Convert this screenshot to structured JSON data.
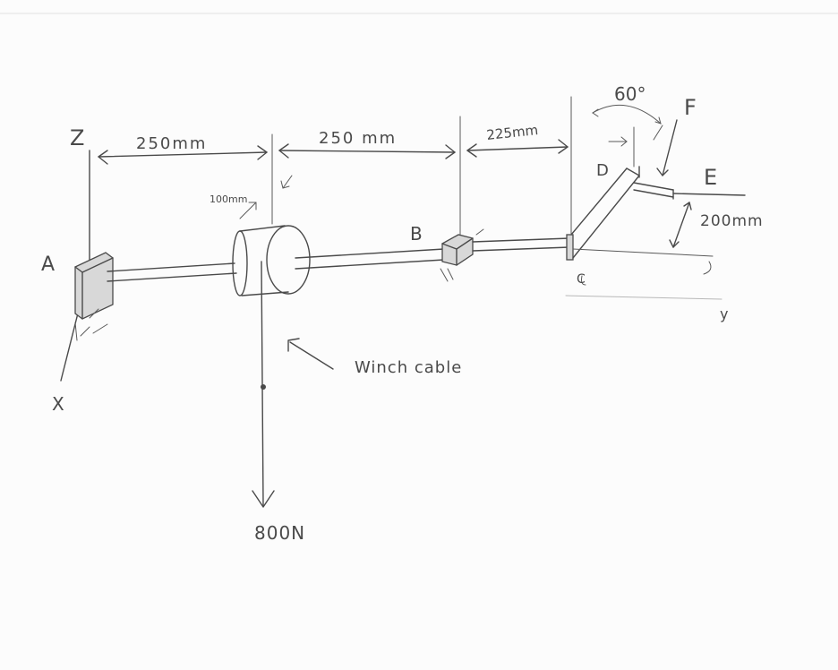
{
  "labels": {
    "axis_z": "Z",
    "axis_x": "X",
    "axis_y": "y",
    "point_a": "A",
    "point_b": "B",
    "point_c": "C",
    "point_d": "D",
    "point_e": "E",
    "point_f": "F",
    "dim_ab_left": "250mm",
    "dim_ab_right": "250 mm",
    "dim_bc": "225mm",
    "dim_radius": "100mm",
    "dim_arm": "200mm",
    "angle": "60°",
    "load": "800N",
    "cable_note": "Winch cable"
  }
}
